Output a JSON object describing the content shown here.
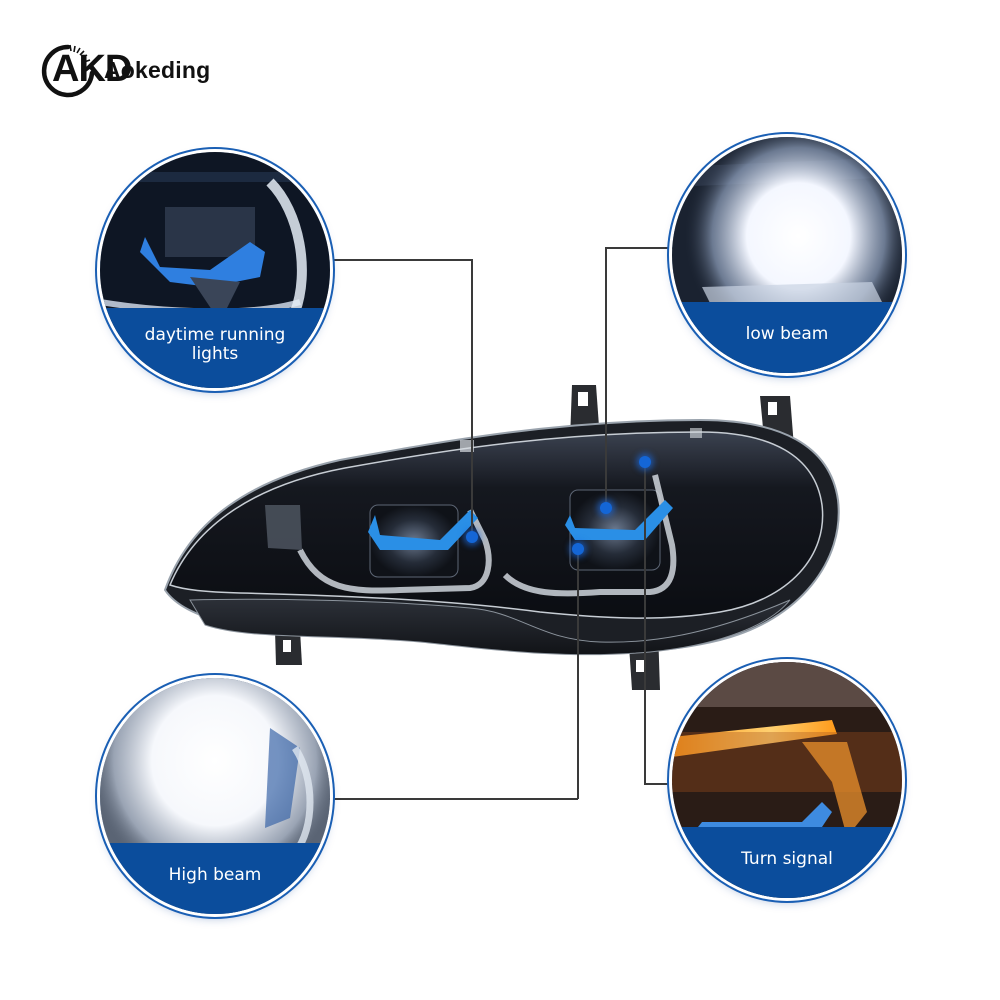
{
  "brand": {
    "logo_mark": "AKD",
    "name": "Aokeding"
  },
  "product": {
    "type": "LED headlight assembly",
    "accent_blue": "#1466d6",
    "label_band_color": "#0b4d9c",
    "ring_color": "#1a5fb4"
  },
  "callouts": [
    {
      "id": "drl",
      "label": "daytime running lights",
      "position": "top-left"
    },
    {
      "id": "low",
      "label": "low beam",
      "position": "top-right"
    },
    {
      "id": "high",
      "label": "High beam",
      "position": "bottom-left"
    },
    {
      "id": "turn",
      "label": "Turn signal",
      "position": "bottom-right"
    }
  ]
}
